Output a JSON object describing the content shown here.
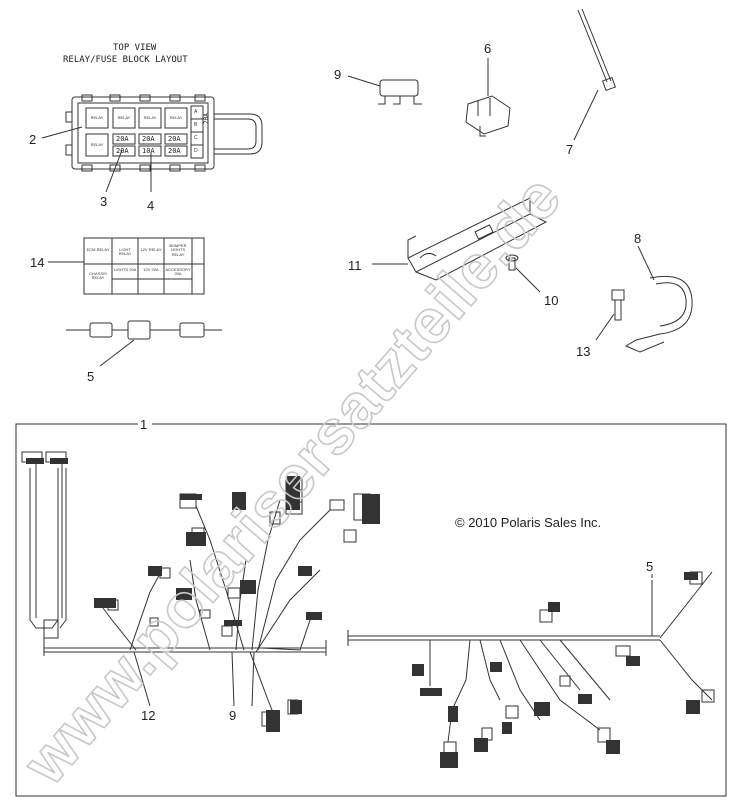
{
  "fuse_block": {
    "title_line1": "TOP VIEW",
    "title_line2": "RELAY/FUSE BLOCK LAYOUT",
    "relays": [
      "RELAY",
      "RELAY",
      "RELAY",
      "RELAY",
      "RELAY"
    ],
    "fuses": [
      "20A",
      "20A",
      "20A",
      "20A",
      "10A",
      "20A"
    ],
    "side_labels": [
      "A",
      "B",
      "C",
      "D"
    ],
    "side_tag": "20A"
  },
  "fuse_label": {
    "cells": [
      "ECM RELAY",
      "LIGHT RELAY",
      "12V RELAY",
      "BUMPER LIGHTS RELAY",
      "CHASSIS RELAY",
      "LIGHTS 20A",
      "12V 20A",
      "ACCESSORY 20A"
    ]
  },
  "callouts": {
    "c1": "1",
    "c2": "2",
    "c3": "3",
    "c4": "4",
    "c5_top": "5",
    "c5_bottom": "5",
    "c6": "6",
    "c7": "7",
    "c8": "8",
    "c9_top": "9",
    "c9_bottom": "9",
    "c10": "10",
    "c11": "11",
    "c12": "12",
    "c13": "13",
    "c14": "14"
  },
  "copyright": "© 2010 Polaris Sales Inc.",
  "watermark": "www.polarisersatzteile.de"
}
